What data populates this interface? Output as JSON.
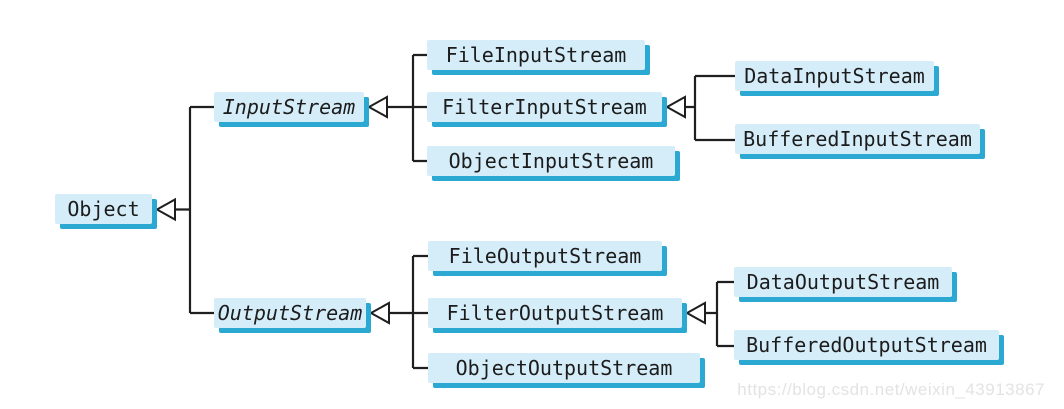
{
  "diagram_type": "uml-class-hierarchy",
  "subject": "Java byte stream classes",
  "nodes": {
    "object": {
      "label": "Object",
      "abstract": false
    },
    "input_stream": {
      "label": "InputStream",
      "abstract": true
    },
    "file_input_stream": {
      "label": "FileInputStream",
      "abstract": false
    },
    "filter_input_stream": {
      "label": "FilterInputStream",
      "abstract": false
    },
    "object_input_stream": {
      "label": "ObjectInputStream",
      "abstract": false
    },
    "data_input_stream": {
      "label": "DataInputStream",
      "abstract": false
    },
    "buffered_input_stream": {
      "label": "BufferedInputStream",
      "abstract": false
    },
    "output_stream": {
      "label": "OutputStream",
      "abstract": true
    },
    "file_output_stream": {
      "label": "FileOutputStream",
      "abstract": false
    },
    "filter_output_stream": {
      "label": "FilterOutputStream",
      "abstract": false
    },
    "object_output_stream": {
      "label": "ObjectOutputStream",
      "abstract": false
    },
    "data_output_stream": {
      "label": "DataOutputStream",
      "abstract": false
    },
    "buffered_output_stream": {
      "label": "BufferedOutputStream",
      "abstract": false
    }
  },
  "edges": [
    {
      "child": "InputStream",
      "parent": "Object"
    },
    {
      "child": "OutputStream",
      "parent": "Object"
    },
    {
      "child": "FileInputStream",
      "parent": "InputStream"
    },
    {
      "child": "FilterInputStream",
      "parent": "InputStream"
    },
    {
      "child": "ObjectInputStream",
      "parent": "InputStream"
    },
    {
      "child": "DataInputStream",
      "parent": "FilterInputStream"
    },
    {
      "child": "BufferedInputStream",
      "parent": "FilterInputStream"
    },
    {
      "child": "FileOutputStream",
      "parent": "OutputStream"
    },
    {
      "child": "FilterOutputStream",
      "parent": "OutputStream"
    },
    {
      "child": "ObjectOutputStream",
      "parent": "OutputStream"
    },
    {
      "child": "DataOutputStream",
      "parent": "FilterOutputStream"
    },
    {
      "child": "BufferedOutputStream",
      "parent": "FilterOutputStream"
    }
  ],
  "watermark": "https://blog.csdn.net/weixin_43913867",
  "colors": {
    "background": "#ffffff",
    "box_fill": "#d5edf9",
    "box_shadow": "#2ba9d3",
    "connector": "#1f1f1f",
    "arrowhead_fill": "#ffffff",
    "watermark_text": "#e3e3e3",
    "text": "#1c1c1c"
  }
}
